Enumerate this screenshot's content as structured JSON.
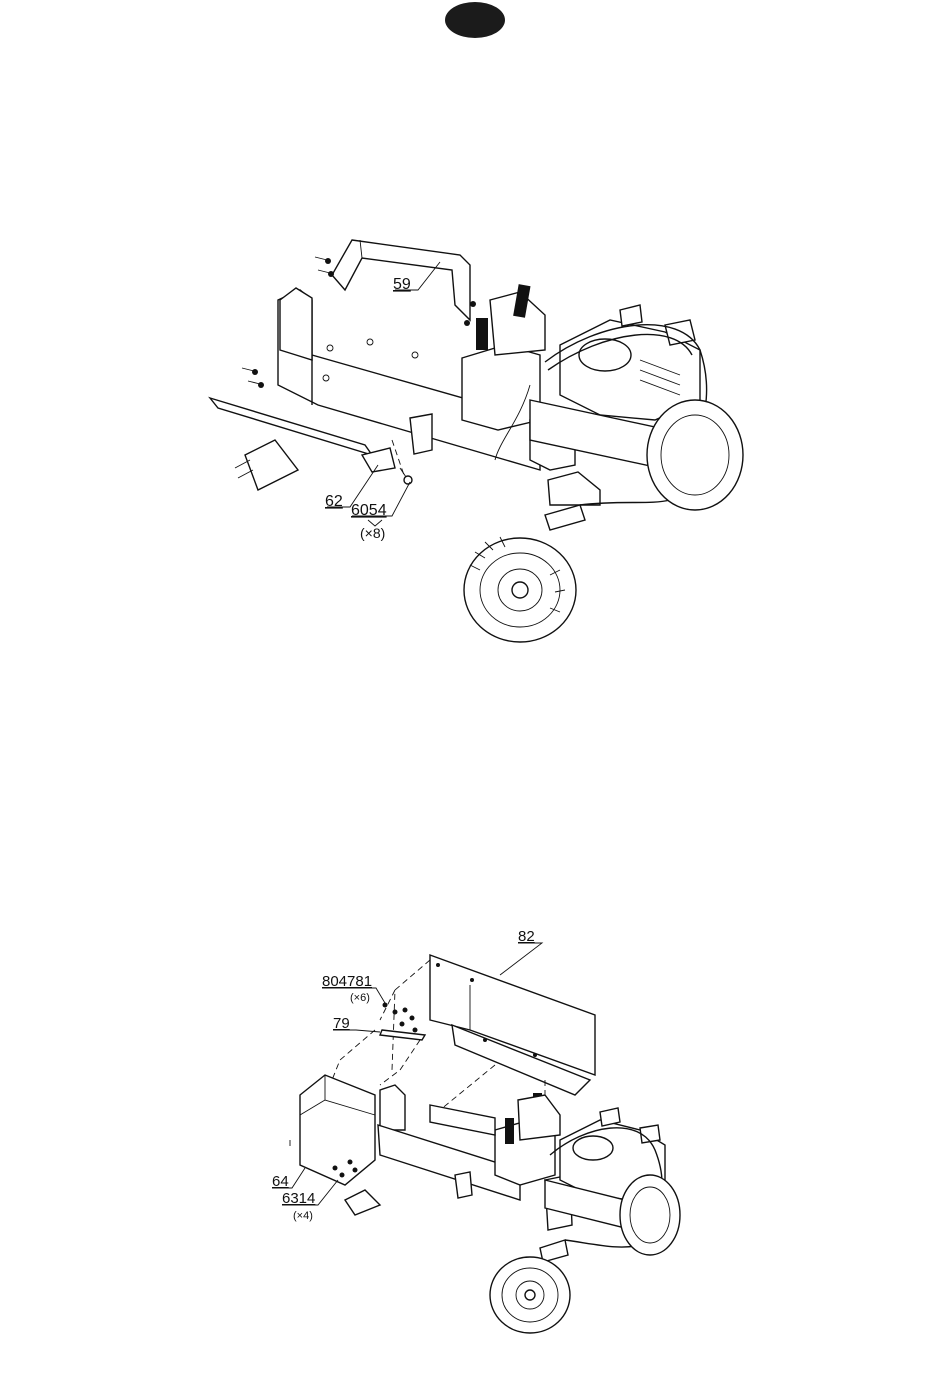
{
  "top_figure": {
    "callouts": [
      {
        "id": "c59",
        "text": "59"
      },
      {
        "id": "c62",
        "text": "62"
      },
      {
        "id": "c6054",
        "text": "6054"
      },
      {
        "id": "q6054",
        "text": "(×8)"
      }
    ]
  },
  "bottom_figure": {
    "callouts": [
      {
        "id": "c82",
        "text": "82"
      },
      {
        "id": "c804781",
        "text": "804781"
      },
      {
        "id": "q804781",
        "text": "(×6)"
      },
      {
        "id": "c79",
        "text": "79"
      },
      {
        "id": "c64",
        "text": "64"
      },
      {
        "id": "c6314",
        "text": "6314"
      },
      {
        "id": "q6314",
        "text": "(×4)"
      }
    ]
  }
}
